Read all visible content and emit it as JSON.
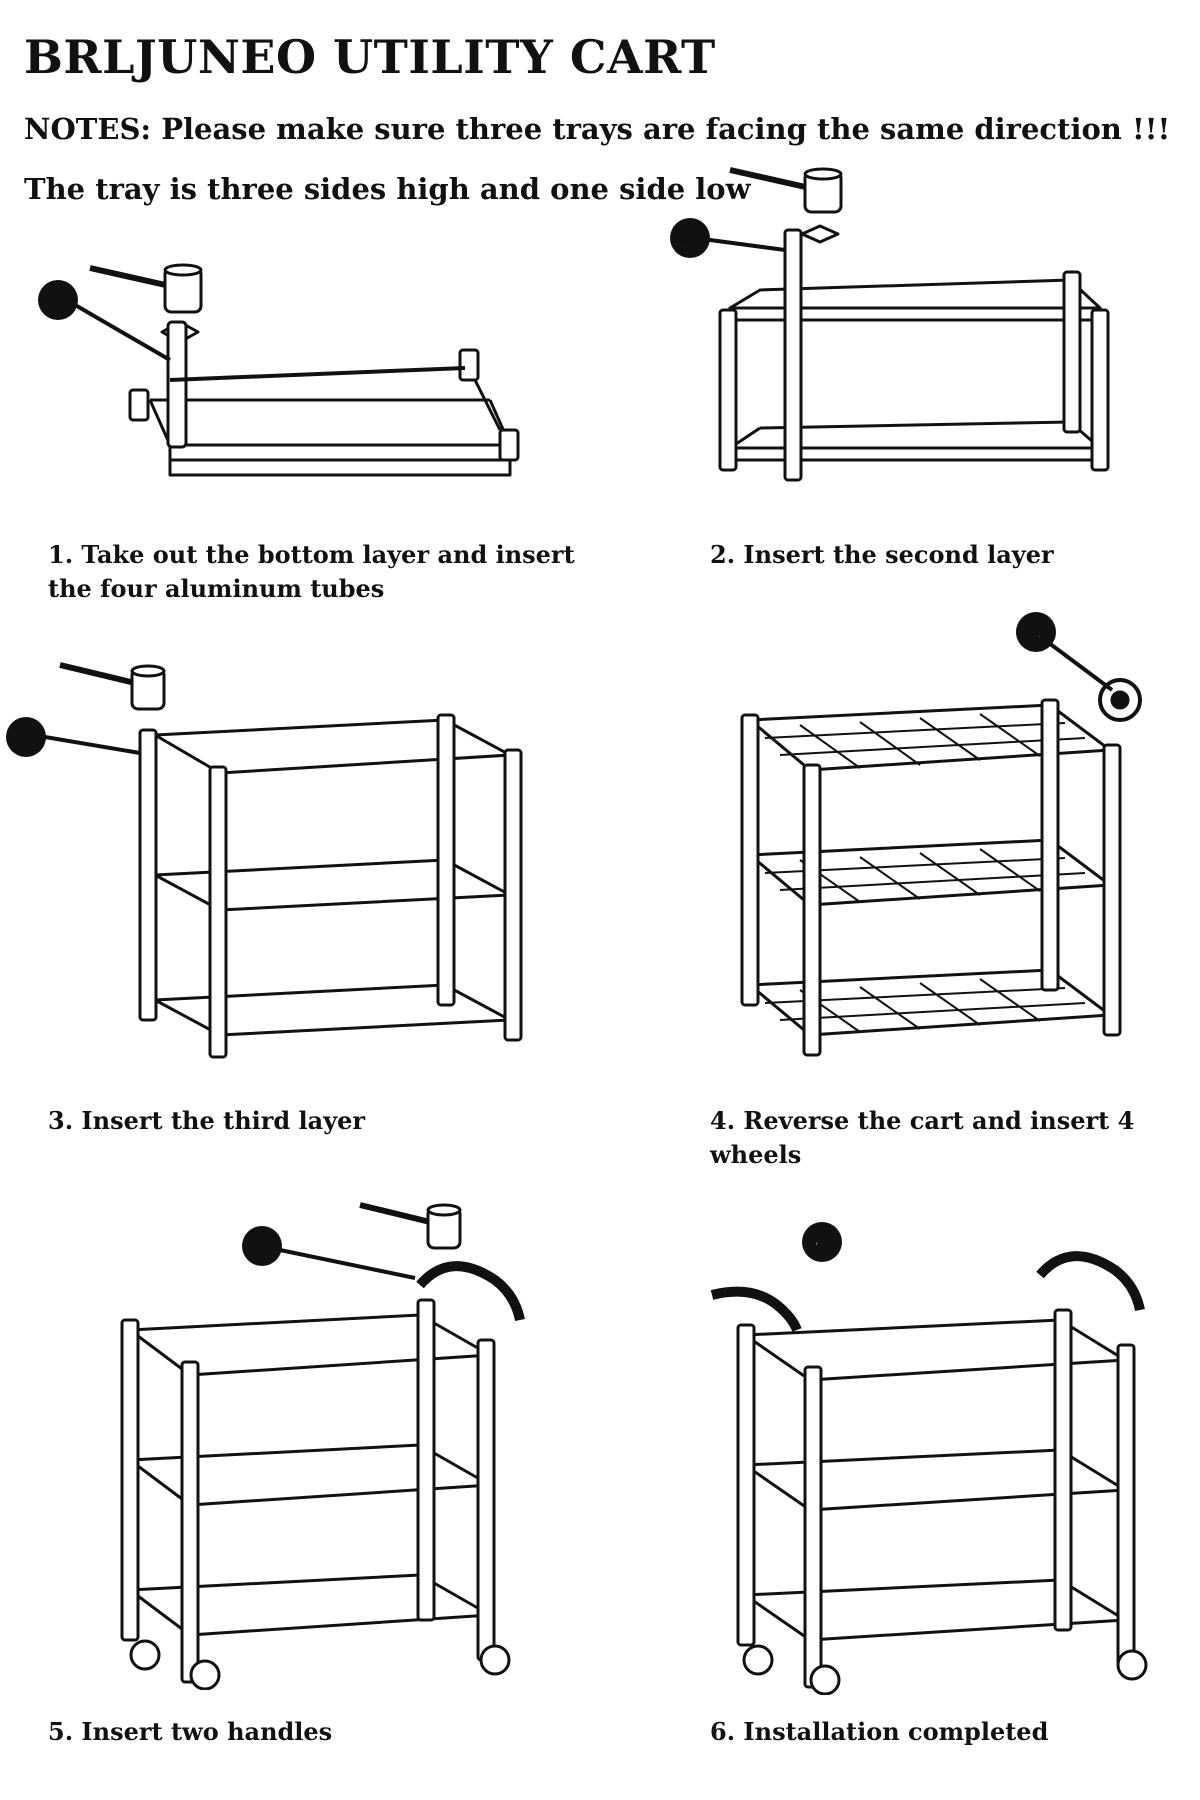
{
  "title": "BRLJUNEO UTILITY CART",
  "notes": [
    "NOTES: Please make sure three trays are facing the same direction !!!",
    "The tray is three sides high and one side low"
  ],
  "steps": [
    {
      "badge": "1",
      "caption": "1. Take out the bottom layer and insert the four aluminum tubes"
    },
    {
      "badge": "2",
      "caption": "2. Insert the second layer"
    },
    {
      "badge": "3",
      "caption": "3. Insert the third layer"
    },
    {
      "badge": "4",
      "caption": "4. Reverse the cart and insert 4 wheels"
    },
    {
      "badge": "5",
      "caption": "5. Insert two handles"
    },
    {
      "badge": "6",
      "caption": "6. Installation completed"
    }
  ],
  "colors": {
    "ink": "#111111",
    "paper": "#ffffff"
  }
}
